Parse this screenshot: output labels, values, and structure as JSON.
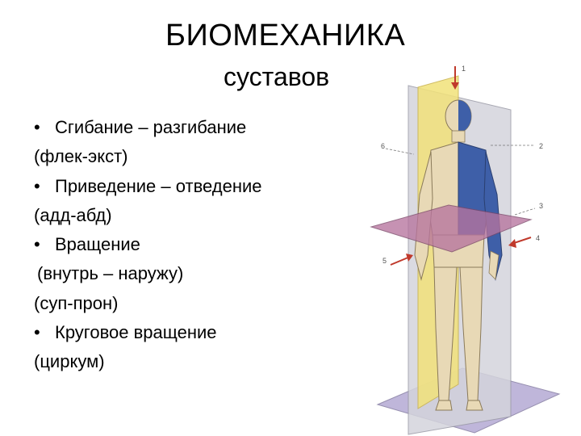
{
  "title": "БИОМЕХАНИКА",
  "subtitle": "суставов",
  "bullet_symbol": "•",
  "lines": [
    {
      "text": "Сгибание – разгибание",
      "bullet": true
    },
    {
      "text": "(флек-экст)",
      "bullet": false
    },
    {
      "text": "Приведение – отведение",
      "bullet": true
    },
    {
      "text": "(адд-абд)",
      "bullet": false
    },
    {
      "text": "Вращение",
      "bullet": true
    },
    {
      "text": "(внутрь – наружу)",
      "bullet": false
    },
    {
      "text": "(суп-прон)",
      "bullet": false
    },
    {
      "text": "Круговое вращение",
      "bullet": true
    },
    {
      "text": "(циркум)",
      "bullet": false
    }
  ],
  "figure": {
    "callouts": [
      "1",
      "2",
      "3",
      "4",
      "5",
      "6"
    ],
    "colors": {
      "frontal_plane": "#d4d4dc",
      "sagittal_plane": "#f2e27a",
      "transverse_plane": "#b7749e",
      "base_plane": "#b9afd6",
      "body_left": "#e8d9b6",
      "body_right": "#3e5fa8",
      "arrow": "#c0392b"
    }
  }
}
